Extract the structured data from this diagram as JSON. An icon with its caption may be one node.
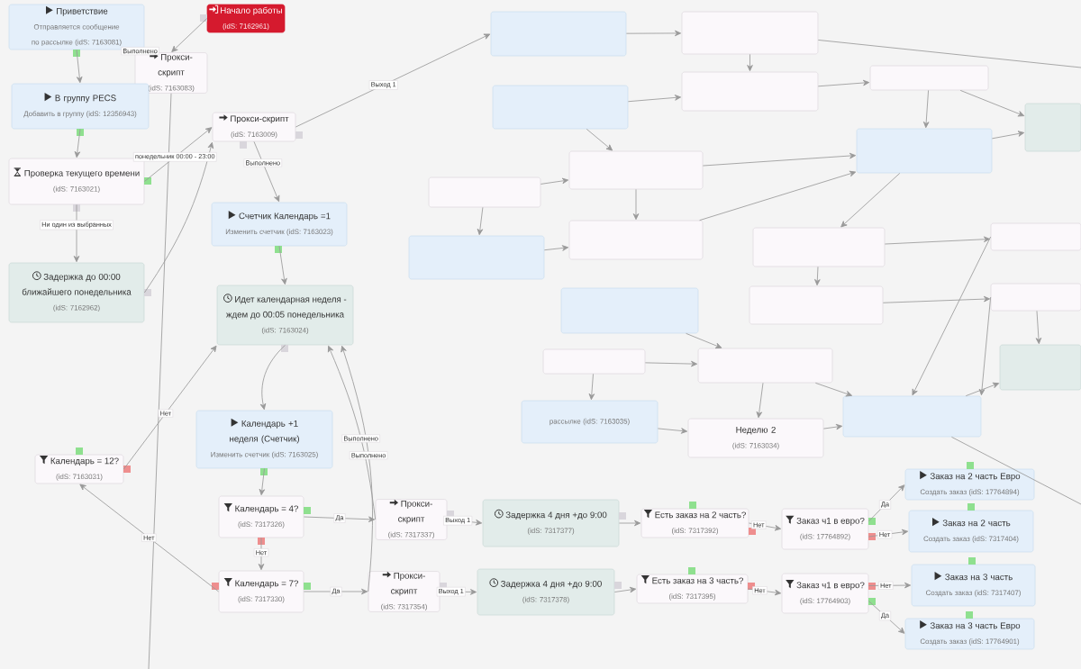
{
  "diagram": {
    "nodes": [
      {
        "text": [
          "Приветствие",
          "Отправляется сообщение по рассылке (idS: 7163081)"
        ]
      },
      {
        "text": [
          "Начало работы",
          "(idS: 7162961)"
        ]
      },
      {
        "text": [
          "Прокси-скрипт",
          "(idS: 7163083)"
        ]
      },
      {
        "text": [
          "В группу PECS",
          "Добавить в группу (idS: 12356943)"
        ]
      },
      {
        "text": [
          "Проверка текущего времени",
          "(idS: 7163021)"
        ]
      },
      {
        "text": [
          "Задержка до 00:00 ближайшего понедельника",
          "(idS: 7162962)"
        ]
      },
      {
        "text": [
          "Прокси-скрипт",
          "(idS: 7163009)"
        ]
      },
      {
        "text": [
          "Счетчик Календарь =1",
          "Изменить счетчик (idS: 7163023)"
        ]
      },
      {
        "text": [
          "Идет календарная неделя - ждем до 00:05 понедельника",
          "(idS: 7163024)"
        ]
      },
      {
        "text": [
          "Календарь +1 неделя (Счетчик)",
          "Изменить счетчик (idS: 7163025)"
        ]
      },
      {
        "text": [
          "Календарь = 12?",
          "(idS: 7163031)"
        ]
      },
      {
        "text": [
          "Календарь = 4?",
          "(idS: 7317326)"
        ]
      },
      {
        "text": [
          "Календарь = 7?",
          "(idS: 7317330)"
        ]
      },
      {
        "text": [
          "Прокси-скрипт",
          "(idS: 7317337)"
        ]
      },
      {
        "text": [
          "Задержка 4 дня +до 9:00",
          "(idS: 7317377)"
        ]
      },
      {
        "text": [
          "Есть заказ на 2 часть?",
          "(idS: 7317392)"
        ]
      },
      {
        "text": [
          "Заказ ч1 в евро?",
          "(idS: 17764892)"
        ]
      },
      {
        "text": [
          "Заказ на 2 часть Евро",
          "Создать заказ (idS: 17764894)"
        ]
      },
      {
        "text": [
          "Заказ на 2 часть",
          "Создать заказ (idS: 7317404)"
        ]
      },
      {
        "text": [
          "Прокси-скрипт",
          "(idS: 7317354)"
        ]
      },
      {
        "text": [
          "Задержка 4 дня +до 9:00",
          "(idS: 7317378)"
        ]
      },
      {
        "text": [
          "Есть заказ на 3 часть?",
          "(idS: 7317395)"
        ]
      },
      {
        "text": [
          "Заказ ч1 в евро?",
          "(idS: 17764903)"
        ]
      },
      {
        "text": [
          "Заказ на 3 часть",
          "Создать заказ (idS: 7317407)"
        ]
      },
      {
        "text": [
          "Заказ на 3 часть Евро",
          "Создать заказ (idS: 17764901)"
        ]
      },
      {
        "text": [],
        "shape": "box"
      },
      {
        "text": [],
        "shape": "box"
      },
      {
        "text": [],
        "shape": "box"
      },
      {
        "text": [],
        "shape": "box"
      },
      {
        "text": [],
        "shape": "box"
      },
      {
        "text": [],
        "shape": "box"
      },
      {
        "text": [],
        "shape": "box"
      },
      {
        "text": [],
        "shape": "box"
      },
      {
        "text": [],
        "shape": "box"
      },
      {
        "text": [],
        "shape": "box"
      },
      {
        "text": [],
        "shape": "box"
      },
      {
        "text": [],
        "shape": "box"
      },
      {
        "text": [],
        "shape": "box"
      },
      {
        "text": [],
        "shape": "box"
      },
      {
        "text": [],
        "shape": "box"
      },
      {
        "text": [],
        "shape": "box"
      },
      {
        "text": [],
        "shape": "box"
      },
      {
        "text": [],
        "shape": "box"
      },
      {
        "text": [],
        "shape": "box"
      },
      {
        "text": [
          "рассылке (idS: 7163035)"
        ]
      },
      {
        "text": [
          "Неделю 2",
          "(idS: 7163034)"
        ]
      },
      {
        "text": [],
        "shape": "box"
      }
    ],
    "edges": [
      {
        "from": 0,
        "to": 3,
        "arrow": "to"
      },
      {
        "from": 0,
        "to": 2,
        "arrow": "none",
        "label": "Выполнено"
      },
      {
        "from": 1,
        "to": 2,
        "arrow": "to"
      },
      {
        "from": 3,
        "to": 4,
        "arrow": "to"
      },
      {
        "from": 4,
        "to": 5,
        "arrow": "to",
        "label": "Ни один из выбранных"
      },
      {
        "from": 4,
        "to": 6,
        "arrow": "to",
        "label": "понедельник 00:00 - 23:00"
      },
      {
        "from": 5,
        "to": 6,
        "arrow": "to"
      },
      {
        "from": 6,
        "to": 7,
        "arrow": "to",
        "label": "Выполнено"
      },
      {
        "from": 6,
        "to": 25,
        "arrow": "to",
        "label": "Выход 1"
      },
      {
        "from": 7,
        "to": 8,
        "arrow": "to"
      },
      {
        "from": 8,
        "to": 9,
        "arrow": "to"
      },
      {
        "from": 10,
        "to": 8,
        "arrow": "to",
        "label": "Нет"
      },
      {
        "from": 9,
        "to": 11,
        "arrow": "to"
      },
      {
        "from": 11,
        "to": 12,
        "arrow": "to",
        "label": "Нет"
      },
      {
        "from": 12,
        "to": 10,
        "arrow": "to",
        "label": "Нет"
      },
      {
        "from": 11,
        "to": 13,
        "arrow": "to",
        "label": "Да"
      },
      {
        "from": 12,
        "to": 19,
        "arrow": "to",
        "label": "Да"
      },
      {
        "from": 13,
        "to": 8,
        "arrow": "to",
        "label": "Выполнено"
      },
      {
        "from": 19,
        "to": 8,
        "arrow": "to",
        "label": "Выполнено"
      },
      {
        "from": 13,
        "to": 14,
        "arrow": "to",
        "label": "Выход 1"
      },
      {
        "from": 14,
        "to": 15,
        "arrow": "to"
      },
      {
        "from": 15,
        "to": 16,
        "arrow": "to",
        "label": "Нет"
      },
      {
        "from": 16,
        "to": 17,
        "arrow": "to",
        "label": "Да"
      },
      {
        "from": 16,
        "to": 18,
        "arrow": "to",
        "label": "Нет"
      },
      {
        "from": 19,
        "to": 20,
        "arrow": "to",
        "label": "Выход 1"
      },
      {
        "from": 20,
        "to": 21,
        "arrow": "to"
      },
      {
        "from": 21,
        "to": 22,
        "arrow": "to",
        "label": "Нет"
      },
      {
        "from": 22,
        "to": 23,
        "arrow": "to",
        "label": "Нет"
      },
      {
        "from": 22,
        "to": 24,
        "arrow": "to",
        "label": "Да"
      },
      {
        "from": 2,
        "to": null,
        "arrow": "none"
      },
      {
        "from": 25,
        "to": 26,
        "arrow": "to"
      },
      {
        "from": 26,
        "to": null,
        "arrow": "none"
      },
      {
        "from": 26,
        "to": 28,
        "arrow": "to"
      },
      {
        "from": 27,
        "to": 28,
        "arrow": "to"
      },
      {
        "from": 28,
        "to": 29,
        "arrow": "to"
      },
      {
        "from": 29,
        "to": 30,
        "arrow": "to"
      },
      {
        "from": 29,
        "to": 33,
        "arrow": "to"
      },
      {
        "from": 33,
        "to": 30,
        "arrow": "to"
      },
      {
        "from": 27,
        "to": 31,
        "arrow": "to"
      },
      {
        "from": 31,
        "to": 33,
        "arrow": "to"
      },
      {
        "from": 32,
        "to": 31,
        "arrow": "to"
      },
      {
        "from": 32,
        "to": 35,
        "arrow": "to"
      },
      {
        "from": 31,
        "to": 34,
        "arrow": "to"
      },
      {
        "from": 35,
        "to": 34,
        "arrow": "to"
      },
      {
        "from": 34,
        "to": 33,
        "arrow": "to"
      },
      {
        "from": 33,
        "to": 36,
        "arrow": "to"
      },
      {
        "from": 36,
        "to": 37,
        "arrow": "to"
      },
      {
        "from": 36,
        "to": 39,
        "arrow": "to"
      },
      {
        "from": 38,
        "to": 42,
        "arrow": "to"
      },
      {
        "from": 39,
        "to": 40,
        "arrow": "to"
      },
      {
        "from": 37,
        "to": 46,
        "arrow": "to"
      },
      {
        "from": 40,
        "to": 46,
        "arrow": "to"
      },
      {
        "from": 40,
        "to": 43,
        "arrow": "to"
      },
      {
        "from": 41,
        "to": 42,
        "arrow": "to"
      },
      {
        "from": 41,
        "to": 44,
        "arrow": "to"
      },
      {
        "from": 42,
        "to": 45,
        "arrow": "to"
      },
      {
        "from": 44,
        "to": 45,
        "arrow": "to"
      },
      {
        "from": 45,
        "to": 46,
        "arrow": "to"
      },
      {
        "from": 42,
        "to": 46,
        "arrow": "to"
      },
      {
        "from": 46,
        "to": 43,
        "arrow": "to"
      },
      {
        "from": 46,
        "to": null,
        "arrow": "none"
      }
    ]
  }
}
